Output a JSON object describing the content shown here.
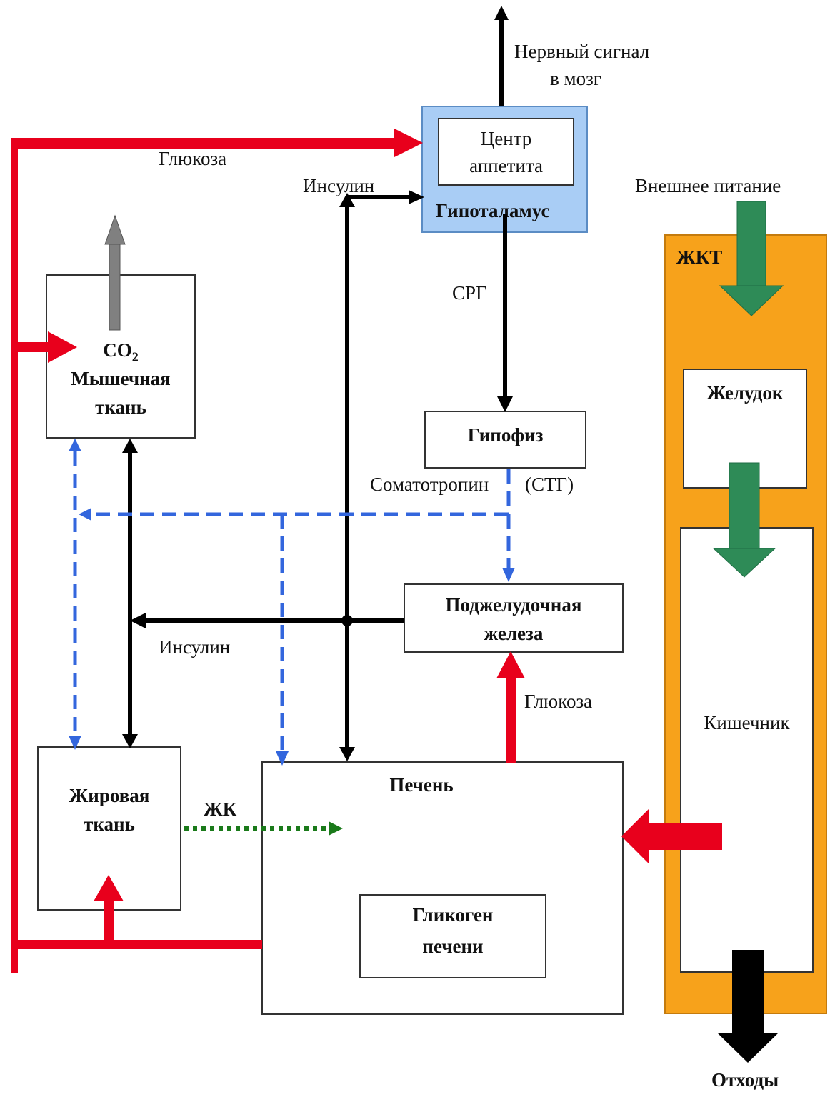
{
  "labels": {
    "nerve_signal_line1": "Нервный сигнал",
    "nerve_signal_line2": "в мозг",
    "appetite_center_line1": "Центр",
    "appetite_center_line2": "аппетита",
    "hypothalamus": "Гипоталамус",
    "glucose_top": "Глюкоза",
    "insulin_top": "Инсулин",
    "external_food": "Внешнее питание",
    "gi_tract": "ЖКТ",
    "srg": "СРГ",
    "co2": "CO",
    "co2_sub": "2",
    "muscle_line1": "Мышечная",
    "muscle_line2": "ткань",
    "pituitary": "Гипофиз",
    "somatotropin": "Соматотропин",
    "stg": "(СТГ)",
    "stomach": "Желудок",
    "pancreas_line1": "Поджелудочная",
    "pancreas_line2": "железа",
    "insulin_mid": "Инсулин",
    "glucose_mid": "Глюкоза",
    "intestine": "Кишечник",
    "adipose_line1": "Жировая",
    "adipose_line2": "ткань",
    "fatty_acids": "ЖК",
    "liver": "Печень",
    "glycogen_line1": "Гликоген",
    "glycogen_line2": "печени",
    "waste": "Отходы"
  },
  "colors": {
    "glucose_arrow": "#e8001c",
    "insulin_arrow": "#000000",
    "somatotropin_arrow": "#3366dd",
    "fatty_acid_arrow": "#1a7a1a",
    "food_arrow": "#2e8b57",
    "waste_arrow": "#000000",
    "co2_arrow": "#808080",
    "gi_tract_fill": "#f7a21b",
    "hypothalamus_fill": "#a9cdf5"
  }
}
